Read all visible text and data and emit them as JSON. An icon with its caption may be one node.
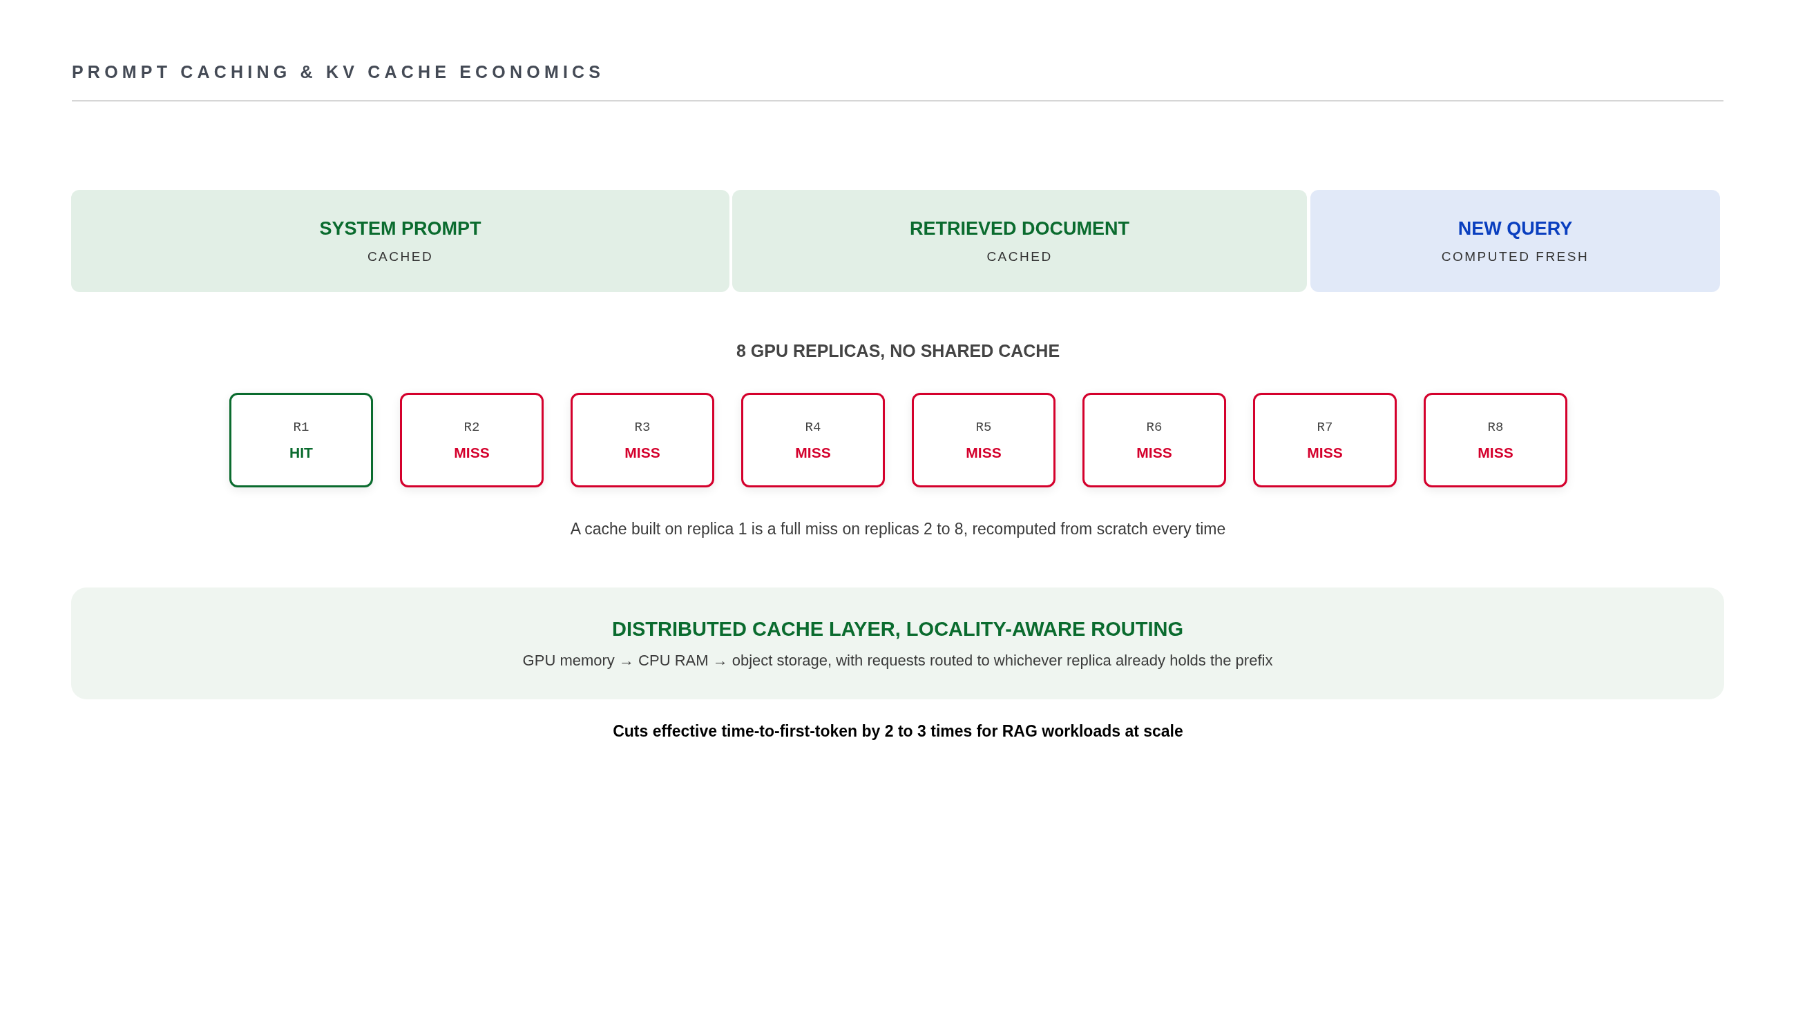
{
  "diagram": {
    "title": "PROMPT CACHING & KV CACHE ECONOMICS",
    "nodes": [
      {
        "text": [
          "SYSTEM PROMPT",
          "CACHED"
        ]
      },
      {
        "text": [
          "RETRIEVED DOCUMENT",
          "CACHED"
        ]
      },
      {
        "text": [
          "NEW QUERY",
          "COMPUTED FRESH"
        ]
      },
      {
        "text": [
          "R1",
          "HIT"
        ]
      },
      {
        "text": [
          "R2",
          "MISS"
        ]
      },
      {
        "text": [
          "R3",
          "MISS"
        ]
      },
      {
        "text": [
          "R4",
          "MISS"
        ]
      },
      {
        "text": [
          "R5",
          "MISS"
        ]
      },
      {
        "text": [
          "R6",
          "MISS"
        ]
      },
      {
        "text": [
          "R7",
          "MISS"
        ]
      },
      {
        "text": [
          "R8",
          "MISS"
        ]
      },
      {
        "text": [
          "DISTRIBUTED CACHE LAYER, LOCALITY-AWARE ROUTING",
          "GPU memory → CPU RAM → object storage, with requests routed to whichever replica already holds the prefix"
        ]
      }
    ],
    "labels": [
      "8 GPU REPLICAS, NO SHARED CACHE",
      "A cache built on replica 1 is a full miss on replicas 2 to 8, recomputed from scratch every time",
      "Cuts effective time-to-first-token by 2 to 3 times for RAG workloads at scale"
    ]
  }
}
